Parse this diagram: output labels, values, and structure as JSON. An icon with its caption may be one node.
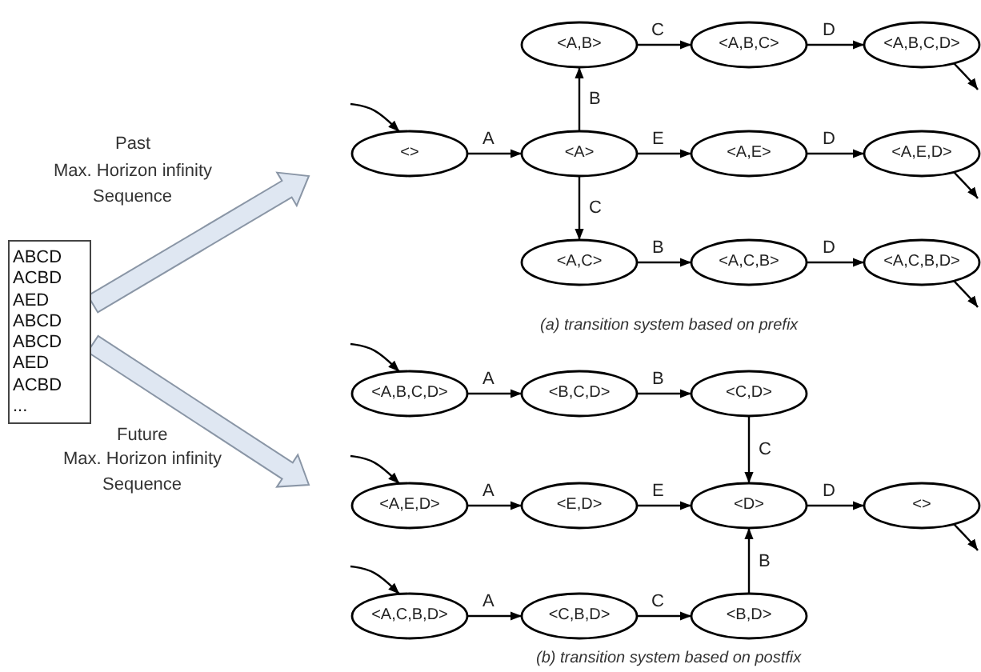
{
  "diagram": {
    "nodes": [
      {
        "text": [
          "ABCD",
          "ACBD",
          "AED",
          "ABCD",
          "ABCD",
          "AED",
          "ACBD",
          "..."
        ]
      },
      {
        "text": [
          "<>"
        ]
      },
      {
        "text": [
          "<A,B>"
        ]
      },
      {
        "text": [
          "<A,B,C>"
        ]
      },
      {
        "text": [
          "<A,B,C,D>"
        ]
      },
      {
        "text": [
          "<A>"
        ]
      },
      {
        "text": [
          "<A,E>"
        ]
      },
      {
        "text": [
          "<A,E,D>"
        ]
      },
      {
        "text": [
          "<A,C>"
        ]
      },
      {
        "text": [
          "<A,C,B>"
        ]
      },
      {
        "text": [
          "<A,C,B,D>"
        ]
      },
      {
        "text": [
          "<A,B,C,D>"
        ]
      },
      {
        "text": [
          "<B,C,D>"
        ]
      },
      {
        "text": [
          "<C,D>"
        ]
      },
      {
        "text": [
          "<A,E,D>"
        ]
      },
      {
        "text": [
          "<E,D>"
        ]
      },
      {
        "text": [
          "<D>"
        ]
      },
      {
        "text": [
          "<>"
        ]
      },
      {
        "text": [
          "<A,C,B,D>"
        ]
      },
      {
        "text": [
          "<C,B,D>"
        ]
      },
      {
        "text": [
          "<B,D>"
        ]
      }
    ],
    "edges": [
      {
        "from": 0,
        "to": null,
        "arrow": "to",
        "style": "thick"
      },
      {
        "from": 0,
        "to": null,
        "arrow": "to",
        "style": "thick"
      },
      {
        "from": null,
        "to": 1,
        "arrow": "to"
      },
      {
        "from": 1,
        "to": 5,
        "arrow": "to",
        "label": "A"
      },
      {
        "from": 5,
        "to": 2,
        "arrow": "to",
        "label": "B"
      },
      {
        "from": 5,
        "to": 6,
        "arrow": "to",
        "label": "E"
      },
      {
        "from": 5,
        "to": 8,
        "arrow": "to",
        "label": "C"
      },
      {
        "from": 2,
        "to": 3,
        "arrow": "to",
        "label": "C"
      },
      {
        "from": 3,
        "to": 4,
        "arrow": "to",
        "label": "D"
      },
      {
        "from": 6,
        "to": 7,
        "arrow": "to",
        "label": "D"
      },
      {
        "from": 8,
        "to": 9,
        "arrow": "to",
        "label": "B"
      },
      {
        "from": 9,
        "to": 10,
        "arrow": "to",
        "label": "D"
      },
      {
        "from": 4,
        "to": null,
        "arrow": "to"
      },
      {
        "from": 7,
        "to": null,
        "arrow": "to"
      },
      {
        "from": 10,
        "to": null,
        "arrow": "to"
      },
      {
        "from": null,
        "to": 11,
        "arrow": "to"
      },
      {
        "from": null,
        "to": 14,
        "arrow": "to"
      },
      {
        "from": null,
        "to": 18,
        "arrow": "to"
      },
      {
        "from": 11,
        "to": 12,
        "arrow": "to",
        "label": "A"
      },
      {
        "from": 12,
        "to": 13,
        "arrow": "to",
        "label": "B"
      },
      {
        "from": 13,
        "to": 16,
        "arrow": "to",
        "label": "C"
      },
      {
        "from": 14,
        "to": 15,
        "arrow": "to",
        "label": "A"
      },
      {
        "from": 15,
        "to": 16,
        "arrow": "to",
        "label": "E"
      },
      {
        "from": 16,
        "to": 17,
        "arrow": "to",
        "label": "D"
      },
      {
        "from": 18,
        "to": 19,
        "arrow": "to",
        "label": "A"
      },
      {
        "from": 19,
        "to": 20,
        "arrow": "to",
        "label": "C"
      },
      {
        "from": 20,
        "to": 16,
        "arrow": "to",
        "label": "B"
      },
      {
        "from": 17,
        "to": null,
        "arrow": "to"
      }
    ],
    "labels": [
      "Past",
      "Max. Horizon infinity",
      "Sequence",
      "Future",
      "Max. Horizon infinity",
      "Sequence",
      "(a) transition system based on prefix",
      "(b) transition system based on postfix"
    ]
  }
}
